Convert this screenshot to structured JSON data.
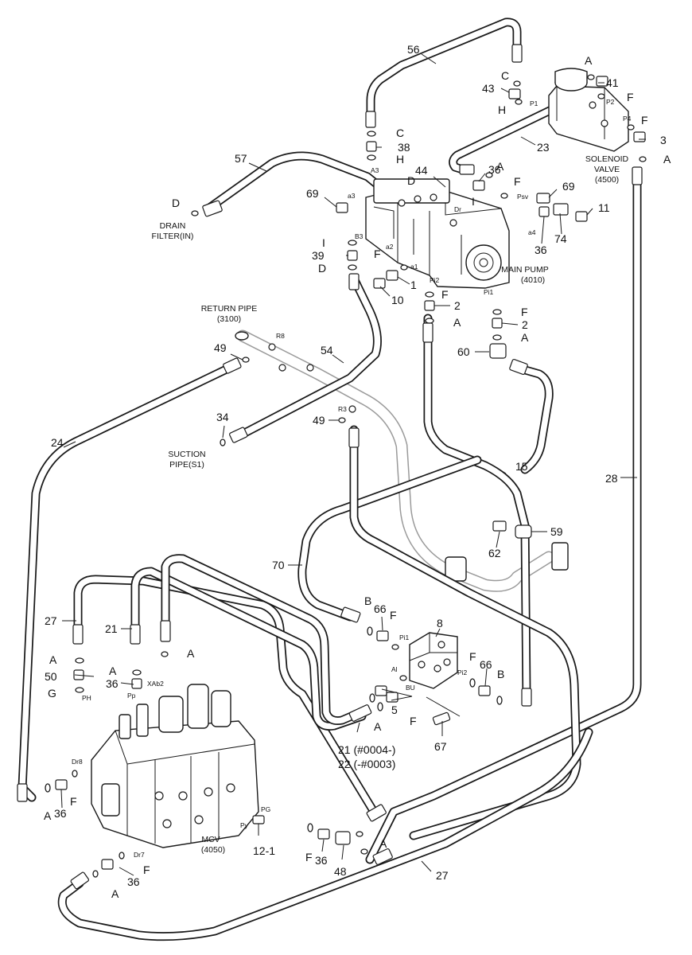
{
  "callouts": [
    {
      "id": "c56",
      "text": "56"
    },
    {
      "id": "c57",
      "text": "57"
    },
    {
      "id": "c23",
      "text": "23"
    },
    {
      "id": "c24",
      "text": "24"
    },
    {
      "id": "c54",
      "text": "54"
    },
    {
      "id": "c15",
      "text": "15"
    },
    {
      "id": "c28",
      "text": "28"
    },
    {
      "id": "c70",
      "text": "70"
    },
    {
      "id": "c27a",
      "text": "27"
    },
    {
      "id": "c27b",
      "text": "27"
    },
    {
      "id": "c21",
      "text": "21"
    },
    {
      "id": "c41",
      "text": "41"
    },
    {
      "id": "c3",
      "text": "3"
    },
    {
      "id": "c43",
      "text": "43"
    },
    {
      "id": "c38",
      "text": "38"
    },
    {
      "id": "c36a",
      "text": "36"
    },
    {
      "id": "c44",
      "text": "44"
    },
    {
      "id": "c69a",
      "text": "69"
    },
    {
      "id": "c69b",
      "text": "69"
    },
    {
      "id": "c11",
      "text": "11"
    },
    {
      "id": "c74",
      "text": "74"
    },
    {
      "id": "c36b",
      "text": "36"
    },
    {
      "id": "c39",
      "text": "39"
    },
    {
      "id": "c1",
      "text": "1"
    },
    {
      "id": "c10",
      "text": "10"
    },
    {
      "id": "c2a",
      "text": "2"
    },
    {
      "id": "c2b",
      "text": "2"
    },
    {
      "id": "c60",
      "text": "60"
    },
    {
      "id": "c49a",
      "text": "49"
    },
    {
      "id": "c49b",
      "text": "49"
    },
    {
      "id": "c34",
      "text": "34"
    },
    {
      "id": "c59",
      "text": "59"
    },
    {
      "id": "c62",
      "text": "62"
    },
    {
      "id": "c66a",
      "text": "66"
    },
    {
      "id": "c66b",
      "text": "66"
    },
    {
      "id": "c8",
      "text": "8"
    },
    {
      "id": "c5",
      "text": "5"
    },
    {
      "id": "c67",
      "text": "67"
    },
    {
      "id": "c50",
      "text": "50"
    },
    {
      "id": "c36c",
      "text": "36"
    },
    {
      "id": "c36d",
      "text": "36"
    },
    {
      "id": "c36e",
      "text": "36"
    },
    {
      "id": "c36f",
      "text": "36"
    },
    {
      "id": "c12",
      "text": "12-1"
    },
    {
      "id": "c48",
      "text": "48"
    },
    {
      "id": "c21b",
      "text": "21 (#0004-)"
    },
    {
      "id": "c22",
      "text": "22 (-#0003)"
    }
  ],
  "letters": [
    {
      "id": "lA1",
      "text": "A"
    },
    {
      "id": "lC1",
      "text": "C"
    },
    {
      "id": "lH1",
      "text": "H"
    },
    {
      "id": "lF1",
      "text": "F"
    },
    {
      "id": "lF2",
      "text": "F"
    },
    {
      "id": "lC2",
      "text": "C"
    },
    {
      "id": "lH2",
      "text": "H"
    },
    {
      "id": "lA2",
      "text": "A"
    },
    {
      "id": "lA3",
      "text": "A"
    },
    {
      "id": "lD1",
      "text": "D"
    },
    {
      "id": "lD2",
      "text": "D"
    },
    {
      "id": "lI1",
      "text": "I"
    },
    {
      "id": "lF3",
      "text": "F"
    },
    {
      "id": "lI2",
      "text": "I"
    },
    {
      "id": "lD3",
      "text": "D"
    },
    {
      "id": "lF4",
      "text": "F"
    },
    {
      "id": "lF5",
      "text": "F"
    },
    {
      "id": "lA4",
      "text": "A"
    },
    {
      "id": "lF6",
      "text": "F"
    },
    {
      "id": "lA5",
      "text": "A"
    },
    {
      "id": "lB1",
      "text": "B"
    },
    {
      "id": "lF7",
      "text": "F"
    },
    {
      "id": "lF8",
      "text": "F"
    },
    {
      "id": "lB2",
      "text": "B"
    },
    {
      "id": "lA6",
      "text": "A"
    },
    {
      "id": "lF9",
      "text": "F"
    },
    {
      "id": "lA7",
      "text": "A"
    },
    {
      "id": "lA8",
      "text": "A"
    },
    {
      "id": "lA9",
      "text": "A"
    },
    {
      "id": "lG",
      "text": "G"
    },
    {
      "id": "lA10",
      "text": "A"
    },
    {
      "id": "lF10",
      "text": "F"
    },
    {
      "id": "lF11",
      "text": "F"
    },
    {
      "id": "lA11",
      "text": "A"
    },
    {
      "id": "lA12",
      "text": "A"
    },
    {
      "id": "lF12",
      "text": "F"
    }
  ],
  "ports": [
    {
      "id": "pP1",
      "text": "P1"
    },
    {
      "id": "pP2",
      "text": "P2"
    },
    {
      "id": "pP4",
      "text": "P4"
    },
    {
      "id": "pA3",
      "text": "A3"
    },
    {
      "id": "pa3",
      "text": "a3"
    },
    {
      "id": "pDr",
      "text": "Dr"
    },
    {
      "id": "pPsv",
      "text": "Psv"
    },
    {
      "id": "pa4",
      "text": "a4"
    },
    {
      "id": "pB3",
      "text": "B3"
    },
    {
      "id": "pa2",
      "text": "a2"
    },
    {
      "id": "pa1",
      "text": "a1"
    },
    {
      "id": "pPi2",
      "text": "Pi2"
    },
    {
      "id": "pPi1",
      "text": "Pi1"
    },
    {
      "id": "pR8",
      "text": "R8"
    },
    {
      "id": "pR3",
      "text": "R3"
    },
    {
      "id": "pPi1b",
      "text": "Pi1"
    },
    {
      "id": "pAl",
      "text": "Al"
    },
    {
      "id": "pBU",
      "text": "BU"
    },
    {
      "id": "pPi2b",
      "text": "Pi2"
    },
    {
      "id": "pXAb2",
      "text": "XAb2"
    },
    {
      "id": "pPp",
      "text": "Pp"
    },
    {
      "id": "pPH",
      "text": "PH"
    },
    {
      "id": "pDr8",
      "text": "Dr8"
    },
    {
      "id": "pPG",
      "text": "PG"
    },
    {
      "id": "pPy",
      "text": "Py"
    },
    {
      "id": "pDr7",
      "text": "Dr7"
    }
  ],
  "components": {
    "solenoid_valve": {
      "line1": "SOLENOID",
      "line2": "VALVE",
      "line3": "(4500)"
    },
    "drain_filter": {
      "line1": "DRAIN",
      "line2": "FILTER(IN)"
    },
    "main_pump": {
      "line1": "MAIN PUMP",
      "line2": "(4010)"
    },
    "return_pipe": {
      "line1": "RETURN PIPE",
      "line2": "(3100)"
    },
    "suction_pipe": {
      "line1": "SUCTION",
      "line2": "PIPE(S1)"
    },
    "mcv": {
      "line1": "MCV",
      "line2": "(4050)"
    }
  }
}
